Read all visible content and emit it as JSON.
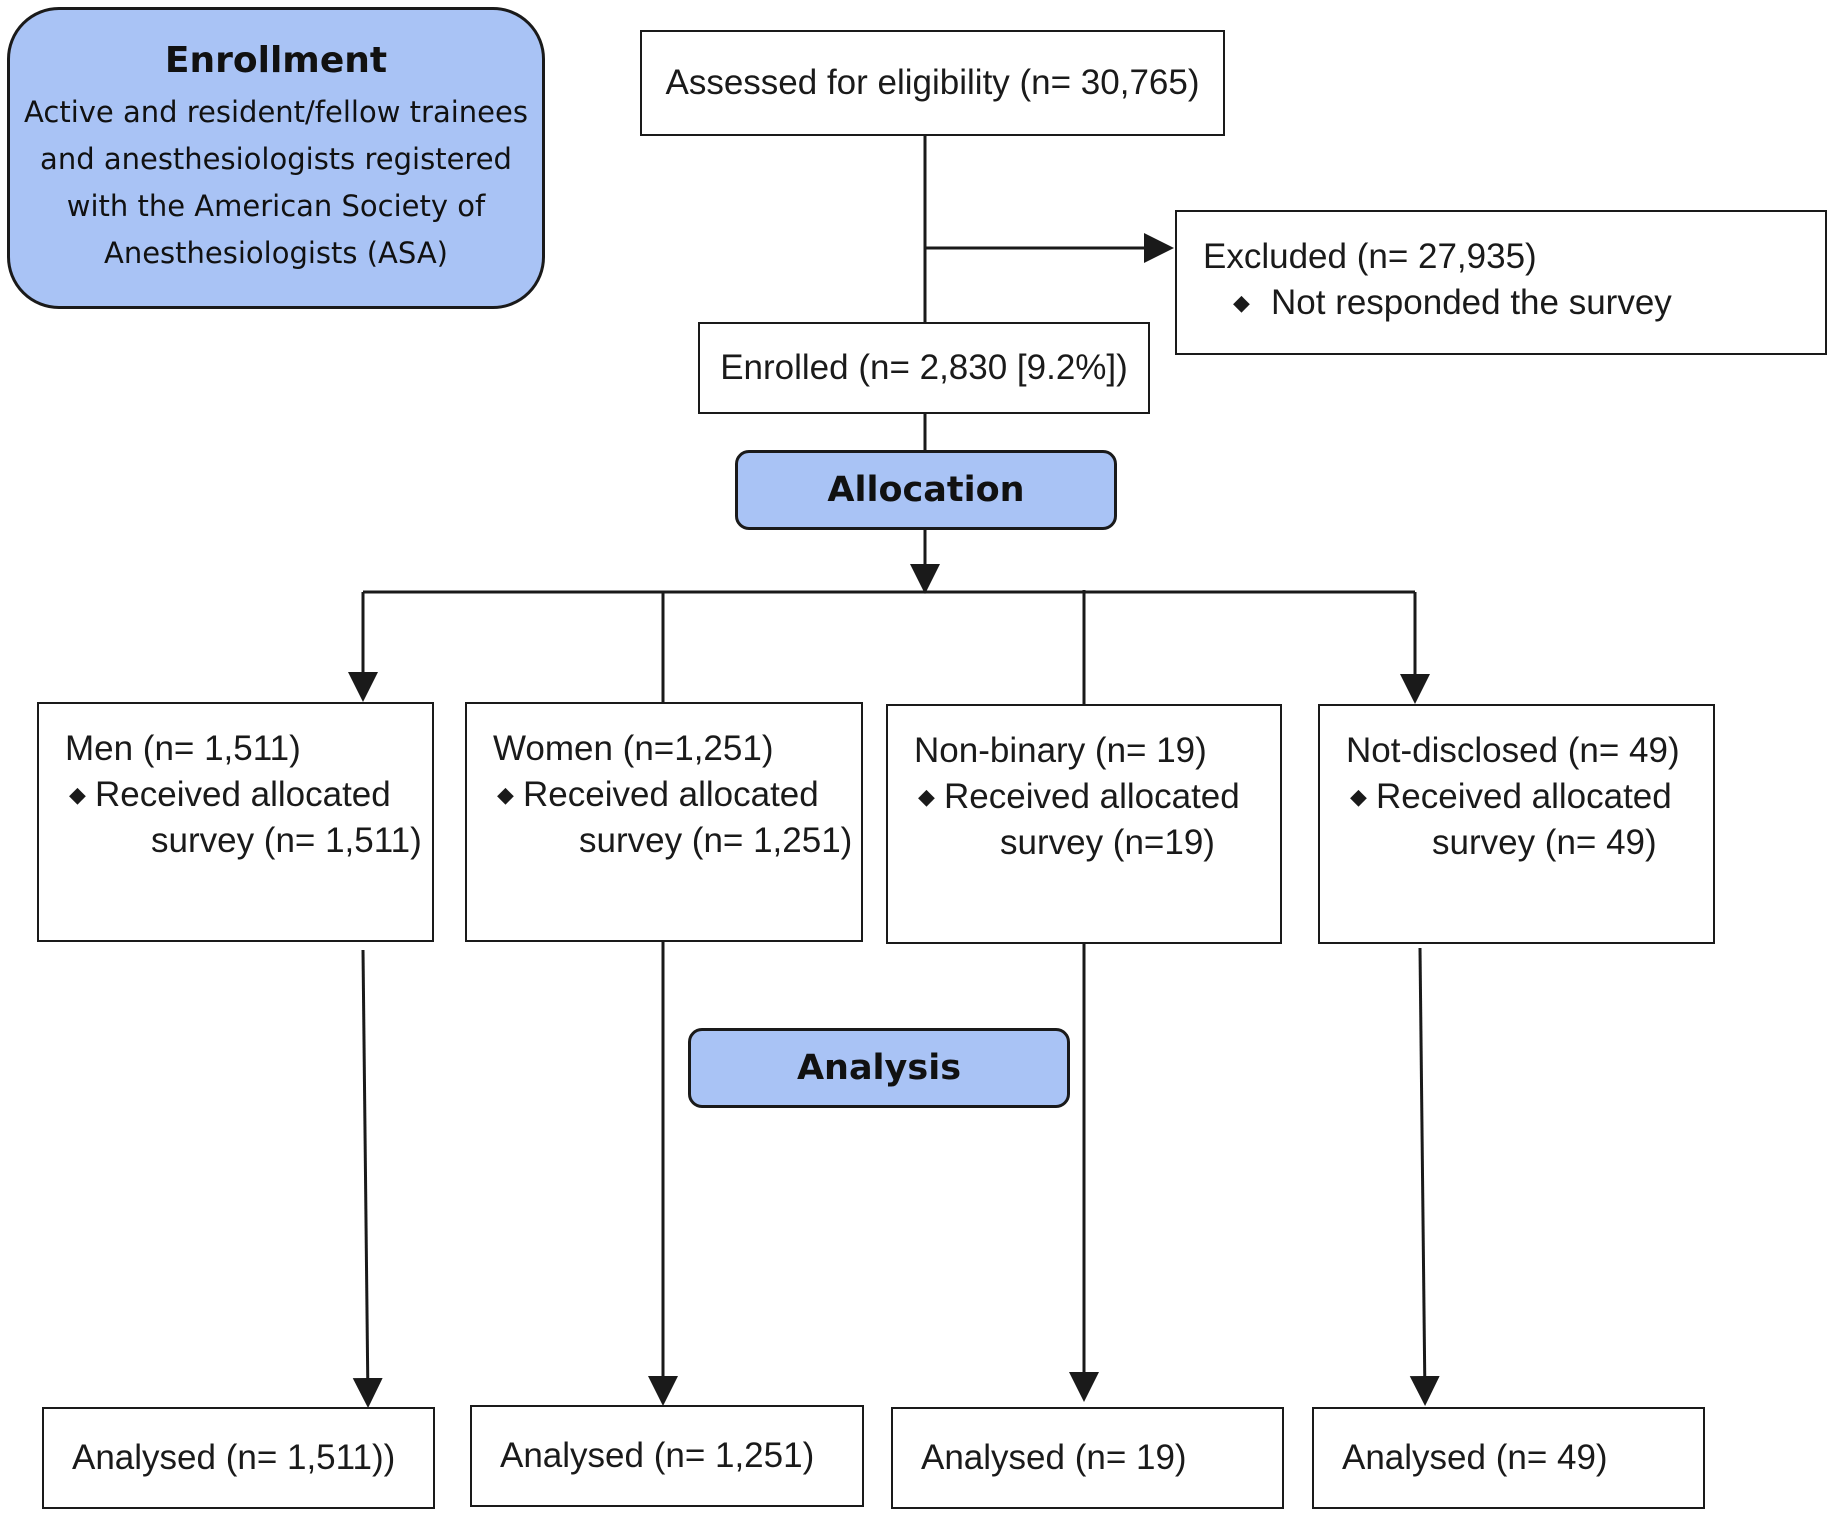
{
  "enrollment": {
    "title": "Enrollment",
    "lines": [
      "Active and resident/fellow trainees",
      "and anesthesiologists registered",
      "with the American Society of",
      "Anesthesiologists (ASA)"
    ]
  },
  "assessed": "Assessed for eligibility (n= 30,765)",
  "excluded": {
    "title": "Excluded (n= 27,935)",
    "bullet": "Not responded the survey"
  },
  "enrolled": "Enrolled (n= 2,830 [9.2%])",
  "allocation_label": "Allocation",
  "analysis_label": "Analysis",
  "bullet_symbol": "◆",
  "groups": [
    {
      "title": "Men (n= 1,511)",
      "bullet_line1": "Received allocated",
      "bullet_line2": "survey (n= 1,511)",
      "analysed": "Analysed (n= 1,511))"
    },
    {
      "title": "Women (n=1,251)",
      "bullet_line1": "Received allocated",
      "bullet_line2": "survey (n= 1,251)",
      "analysed": "Analysed (n= 1,251)"
    },
    {
      "title": "Non-binary (n= 19)",
      "bullet_line1": "Received allocated",
      "bullet_line2": "survey (n=19)",
      "analysed": "Analysed (n= 19)"
    },
    {
      "title": "Not-disclosed (n= 49)",
      "bullet_line1": "Received allocated",
      "bullet_line2": "survey (n= 49)",
      "analysed": "Analysed (n= 49)"
    }
  ],
  "colors": {
    "phase_fill": "#a9c3f5",
    "line": "#1a1a1a",
    "box_border": "#1a1a1a"
  }
}
